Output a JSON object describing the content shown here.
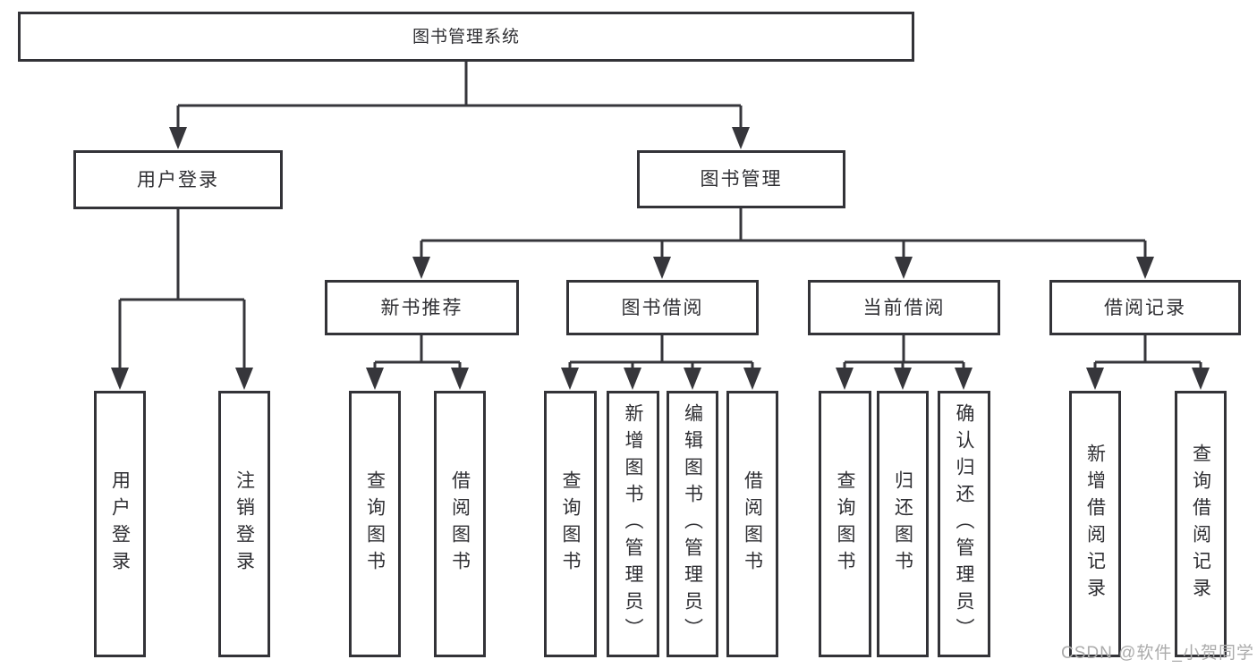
{
  "tree": {
    "label": "图书管理系统",
    "children": [
      {
        "label": "用户登录",
        "children": [
          {
            "label": "用户登录"
          },
          {
            "label": "注销登录"
          }
        ]
      },
      {
        "label": "图书管理",
        "children": [
          {
            "label": "新书推荐",
            "children": [
              {
                "label": "查询图书"
              },
              {
                "label": "借阅图书"
              }
            ]
          },
          {
            "label": "图书借阅",
            "children": [
              {
                "label": "查询图书"
              },
              {
                "label": "新增图书（管理员）"
              },
              {
                "label": "编辑图书（管理员）"
              },
              {
                "label": "借阅图书"
              }
            ]
          },
          {
            "label": "当前借阅",
            "children": [
              {
                "label": "查询图书"
              },
              {
                "label": "归还图书"
              },
              {
                "label": "确认归还（管理员）"
              }
            ]
          },
          {
            "label": "借阅记录",
            "children": [
              {
                "label": "新增借阅记录"
              },
              {
                "label": "查询借阅记录"
              }
            ]
          }
        ]
      }
    ]
  },
  "watermark": "CSDN @软件_小贺同学",
  "colors": {
    "background": "#ffffff",
    "line": "#36363b",
    "box_border": "#333338",
    "text": "#2f2f33",
    "watermark": "#ababab"
  }
}
